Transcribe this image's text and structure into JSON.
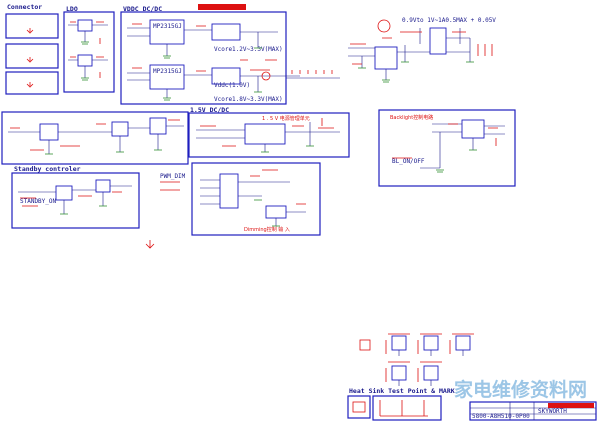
{
  "blocks": {
    "connector": "Connector",
    "ldo": "LDO",
    "vddc": "VDDC DC/DC",
    "dc15": "1.5V DC/DC",
    "standby": "Standby controler",
    "heatsink": "Heat Sink Test Point & MARK"
  },
  "annotations": {
    "vcore_spec": "0.9Vto 1V~1A0.5MAX + 0.05V",
    "backlight": "Backlight控制电路",
    "dimming": "Dimming控制 输 入",
    "dc15_note": "1 . 5 V 电源管理单元",
    "vref1": "Vcore1.2V~3.3V(MAX)",
    "vref2": "Vcore1.8V~3.3V(MAX)",
    "chip_a": "MP2315GJ",
    "chip_b": "MP2315GJ",
    "chip_c": "Vddc(1.0V)",
    "stby_on": "STANDBY_ON",
    "bl_on": "BL_ON/OFF",
    "pwm": "PWM_DIM"
  },
  "watermark": "家电维修资料网",
  "titlebox": {
    "company": "SKYWORTH",
    "doc_no": "5800-A8H510-0P00"
  },
  "colors": {
    "frame": "#1f1fbf",
    "wire": "#1a1a8c",
    "net": "#dd1111",
    "ground": "#2a8a2a"
  }
}
